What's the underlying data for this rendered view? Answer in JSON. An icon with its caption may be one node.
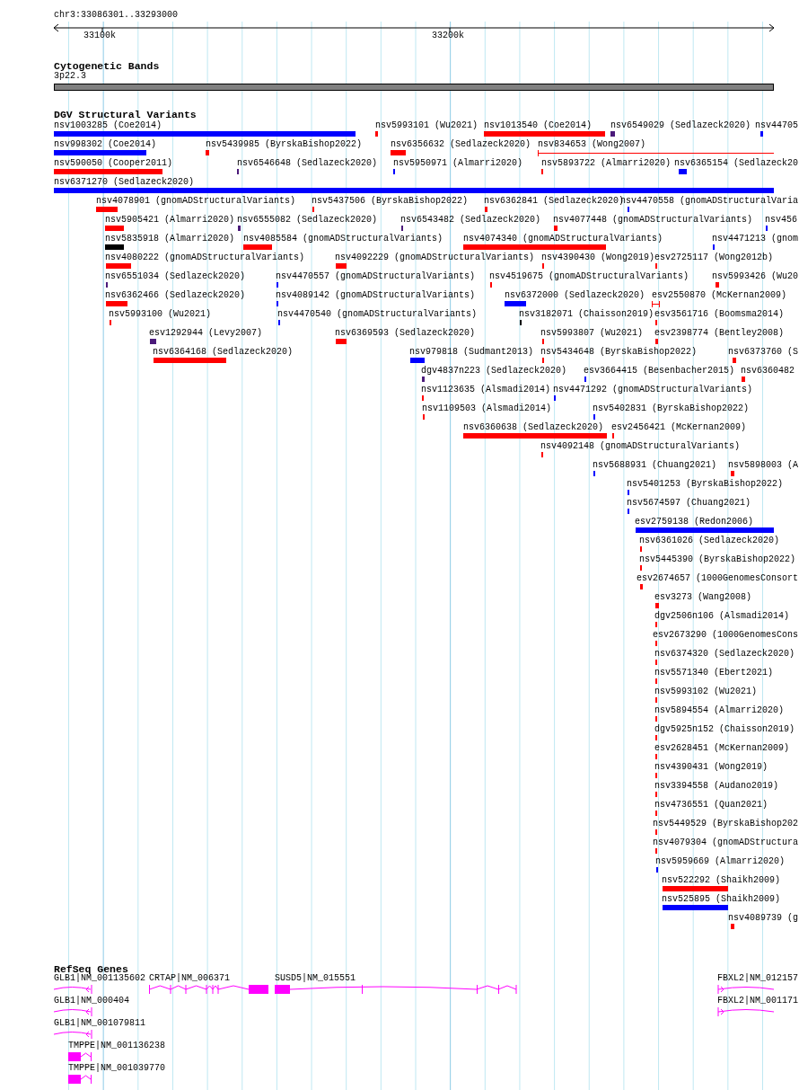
{
  "diagram": {
    "labels": [
      "chr3:33086301..33293000",
      "33100k",
      "33200k",
      "Cytogenetic Bands",
      "3p22.3",
      "DGV Structural Variants",
      "nsv1003285 (Coe2014)",
      "nsv5993101 (Wu2021)",
      "nsv1013540 (Coe2014)",
      "nsv6549029 (Sedlazeck2020)",
      "nsv44705",
      "nsv998302 (Coe2014)",
      "nsv5439985 (ByrskaBishop2022)",
      "nsv6356632 (Sedlazeck2020)",
      "nsv834653 (Wong2007)",
      "nsv590050 (Cooper2011)",
      "nsv6546648 (Sedlazeck2020)",
      "nsv5950971 (Almarri2020)",
      "nsv5893722 (Almarri2020)",
      "nsv6365154 (Sedlazeck20",
      "nsv6371270 (Sedlazeck2020)",
      "nsv4078901 (gnomADStructuralVariants)",
      "nsv5437506 (ByrskaBishop2022)",
      "nsv6362841 (Sedlazeck2020)",
      "nsv4470558 (gnomADStructuralVaria",
      "nsv5905421 (Almarri2020)",
      "nsv6555082 (Sedlazeck2020)",
      "nsv6543482 (Sedlazeck2020)",
      "nsv4077448 (gnomADStructuralVariants)",
      "nsv456",
      "nsv5835918 (Almarri2020)",
      "nsv4085584 (gnomADStructuralVariants)",
      "nsv4074340 (gnomADStructuralVariants)",
      "nsv4471213 (gnom",
      "nsv4080222 (gnomADStructuralVariants)",
      "nsv4092229 (gnomADStructuralVariants)",
      "nsv4390430 (Wong2019)",
      "esv2725117 (Wong2012b)",
      "nsv6551034 (Sedlazeck2020)",
      "nsv4470557 (gnomADStructuralVariants)",
      "nsv4519675 (gnomADStructuralVariants)",
      "nsv5993426 (Wu20",
      "nsv6362466 (Sedlazeck2020)",
      "nsv4089142 (gnomADStructuralVariants)",
      "nsv6372000 (Sedlazeck2020)",
      "esv2550870 (McKernan2009)",
      "nsv5993100 (Wu2021)",
      "nsv4470540 (gnomADStructuralVariants)",
      "nsv3182071 (Chaisson2019)",
      "esv3561716 (Boomsma2014)",
      "esv1292944 (Levy2007)",
      "nsv6369593 (Sedlazeck2020)",
      "nsv5993807 (Wu2021)",
      "esv2398774 (Bentley2008)",
      "nsv6364168 (Sedlazeck2020)",
      "nsv979818 (Sudmant2013)",
      "nsv5434648 (ByrskaBishop2022)",
      "nsv6373760 (S",
      "dgv4837n223 (Sedlazeck2020)",
      "esv3664415 (Besenbacher2015)",
      "nsv6360482",
      "nsv1123635 (Alsmadi2014)",
      "nsv4471292 (gnomADStructuralVariants)",
      "nsv1109503 (Alsmadi2014)",
      "nsv5402831 (ByrskaBishop2022)",
      "nsv6360638 (Sedlazeck2020)",
      "esv2456421 (McKernan2009)",
      "nsv4092148 (gnomADStructuralVariants)",
      "nsv5688931 (Chuang2021)",
      "nsv5898003 (A",
      "nsv5401253 (ByrskaBishop2022)",
      "nsv5674597 (Chuang2021)",
      "esv2759138 (Redon2006)",
      "nsv6361026 (Sedlazeck2020)",
      "nsv5445390 (ByrskaBishop2022)",
      "esv2674657 (1000GenomesConsort",
      "esv3273 (Wang2008)",
      "dgv2506n106 (Alsmadi2014)",
      "esv2673290 (1000GenomesCons",
      "nsv6374320 (Sedlazeck2020)",
      "nsv5571340 (Ebert2021)",
      "nsv5993102 (Wu2021)",
      "nsv5894554 (Almarri2020)",
      "dgv5925n152 (Chaisson2019)",
      "esv2628451 (McKernan2009)",
      "nsv4390431 (Wong2019)",
      "nsv3394558 (Audano2019)",
      "nsv4736551 (Quan2021)",
      "nsv5449529 (ByrskaBishop202",
      "nsv4079304 (gnomADStructura",
      "nsv5959669 (Almarri2020)",
      "nsv522292 (Shaikh2009)",
      "nsv525895 (Shaikh2009)",
      "nsv4089739 (g",
      "RefSeq Genes",
      "GLB1|NM_001135602",
      "CRTAP|NM_006371",
      "SUSD5|NM_015551",
      "FBXL2|NM_012157",
      "GLB1|NM_000404",
      "FBXL2|NM_001171",
      "GLB1|NM_001079811",
      "TMPPE|NM_001136238",
      "TMPPE|NM_001039770"
    ]
  }
}
